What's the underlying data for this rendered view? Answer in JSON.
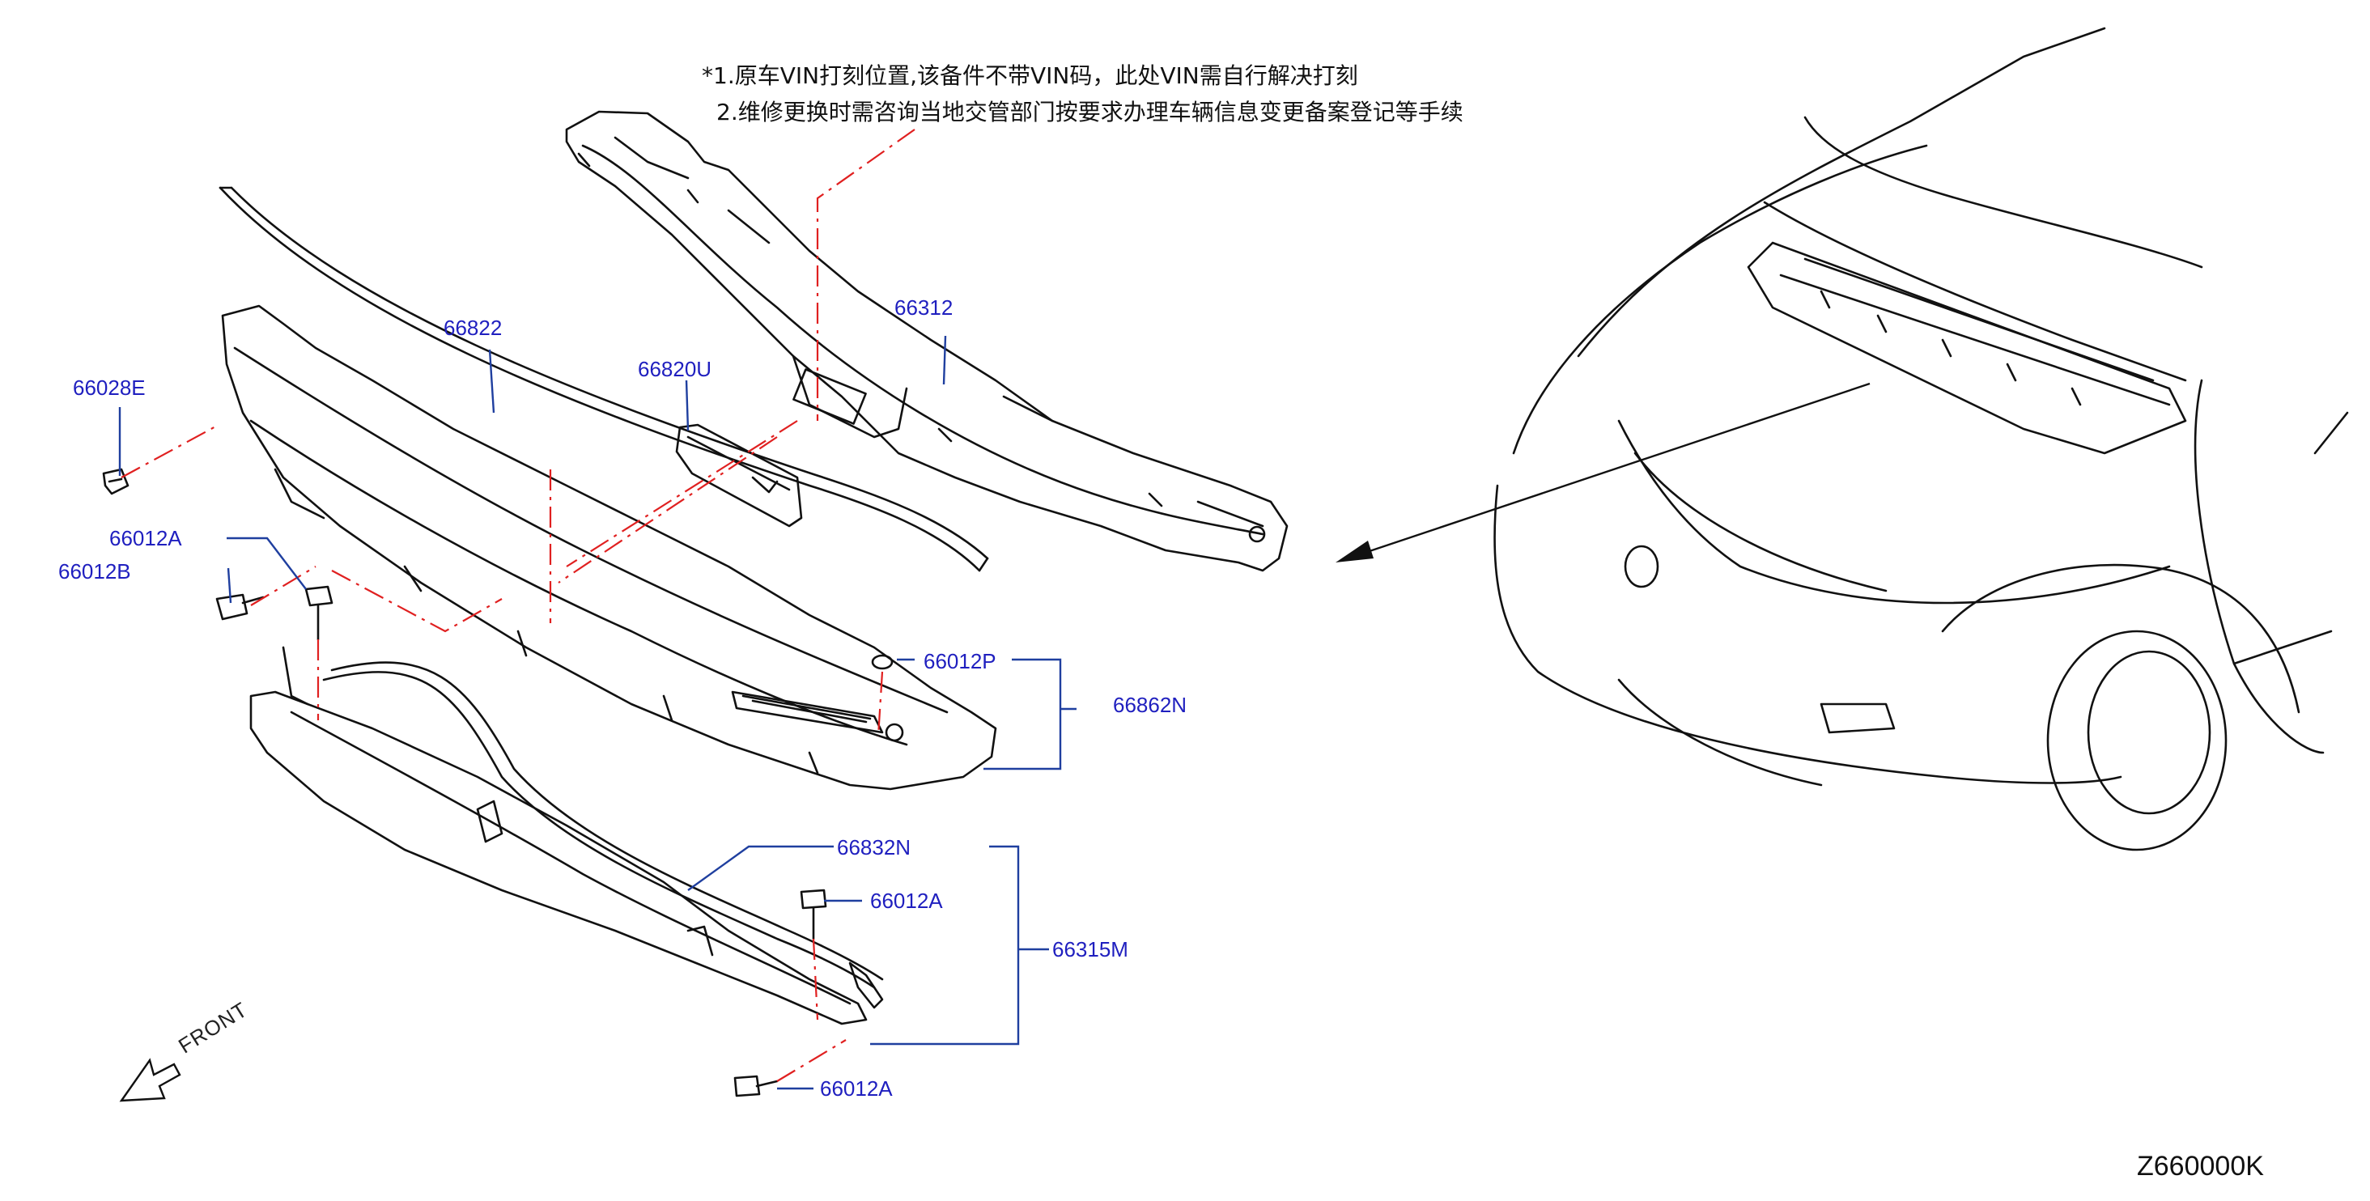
{
  "notes": {
    "line1": "*1.原车VIN打刻位置,该备件不带VIN码，此处VIN需自行解决打刻",
    "line2": "2.维修更换时需咨询当地交管部门按要求办理车辆信息变更备案登记等手续"
  },
  "part_labels": {
    "p66822": "66822",
    "p66312": "66312",
    "p66820U": "66820U",
    "p66028E": "66028E",
    "p66012A_1": "66012A",
    "p66012B": "66012B",
    "p66012P": "66012P",
    "p66862N": "66862N",
    "p66832N": "66832N",
    "p66012A_2": "66012A",
    "p66315M": "66315M",
    "p66012A_3": "66012A"
  },
  "front_label": "FRONT",
  "diagram_code": "Z660000K",
  "colors": {
    "part_label": "#1f1fbf",
    "leader_line": "#1f3f9f",
    "centerline": "#e02020",
    "outline": "#111111"
  }
}
